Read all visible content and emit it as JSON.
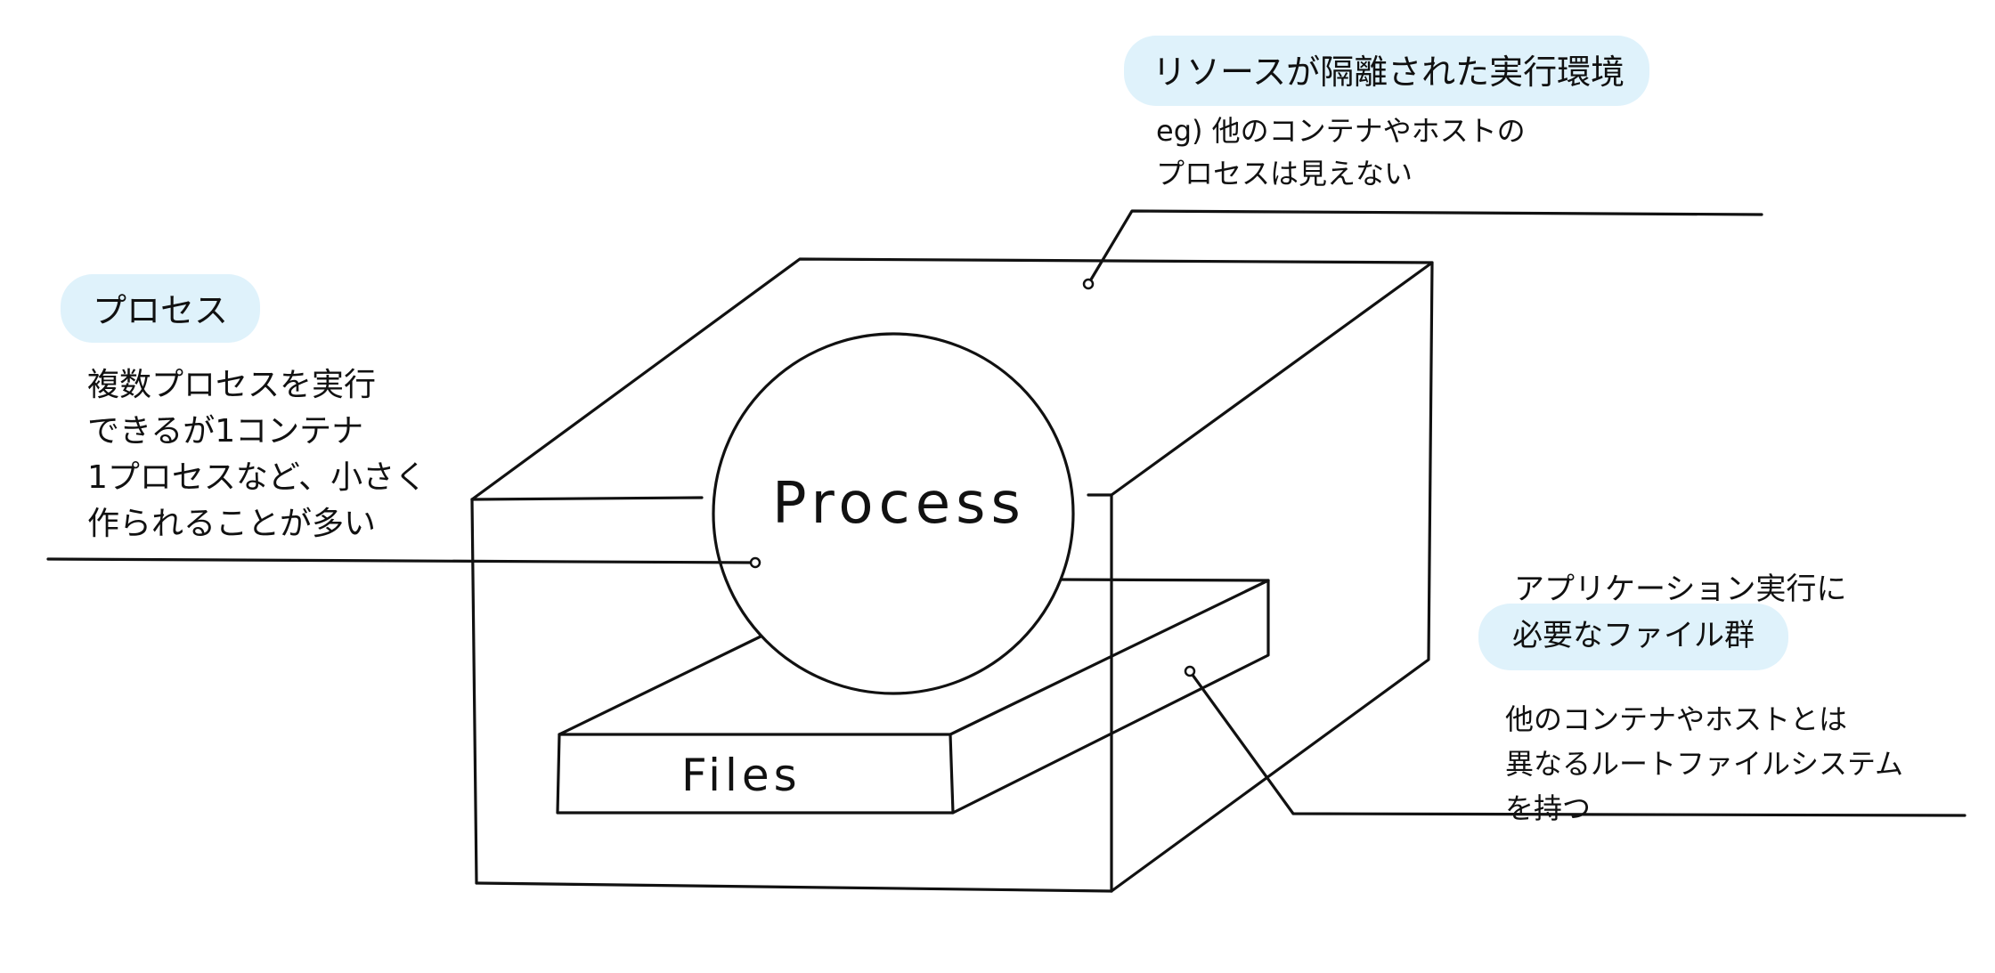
{
  "diagram": {
    "container_callout": {
      "title": "リソースが隔離された実行環境",
      "note": "eg) 他のコンテナやホストの\nプロセスは見えない",
      "highlight_color": "#dff2fb"
    },
    "process_callout": {
      "title": "プロセス",
      "note": "複数プロセスを実行\nできるが1コンテナ\n1プロセスなど、小さく\n作られることが多い",
      "highlight_color": "#dff2fb"
    },
    "files_callout": {
      "pre_title": "アプリケーション実行に",
      "title": "必要なファイル群",
      "note": "他のコンテナやホストとは\n異なるルートファイルシステム\nを持つ",
      "highlight_color": "#dff2fb"
    },
    "sphere_label": "Process",
    "slab_label": "Files",
    "stroke_color": "#111111"
  }
}
